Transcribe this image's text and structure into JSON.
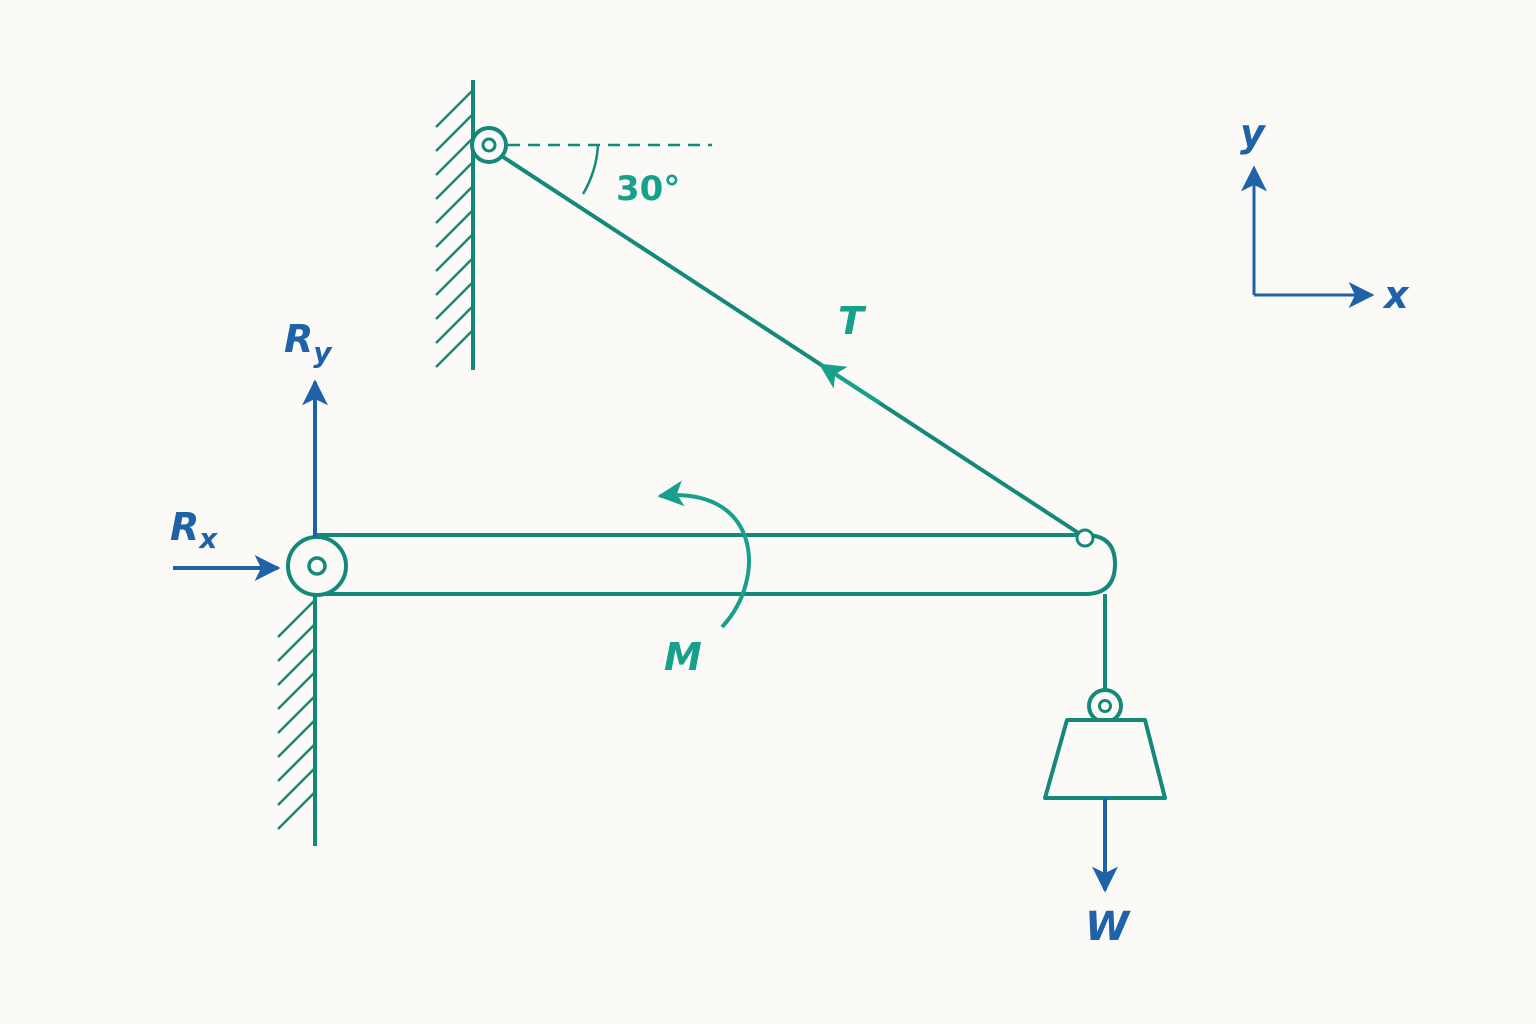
{
  "labels": {
    "reaction_y": "R",
    "reaction_y_sub": "y",
    "reaction_x": "R",
    "reaction_x_sub": "x",
    "tension": "T",
    "moment": "M",
    "weight": "W",
    "angle": "30°",
    "axis_x": "x",
    "axis_y": "y"
  },
  "colors": {
    "structure": "#14897a",
    "force": "#1f62a7",
    "accent": "#17a08c",
    "background": "#fbfaf6"
  }
}
